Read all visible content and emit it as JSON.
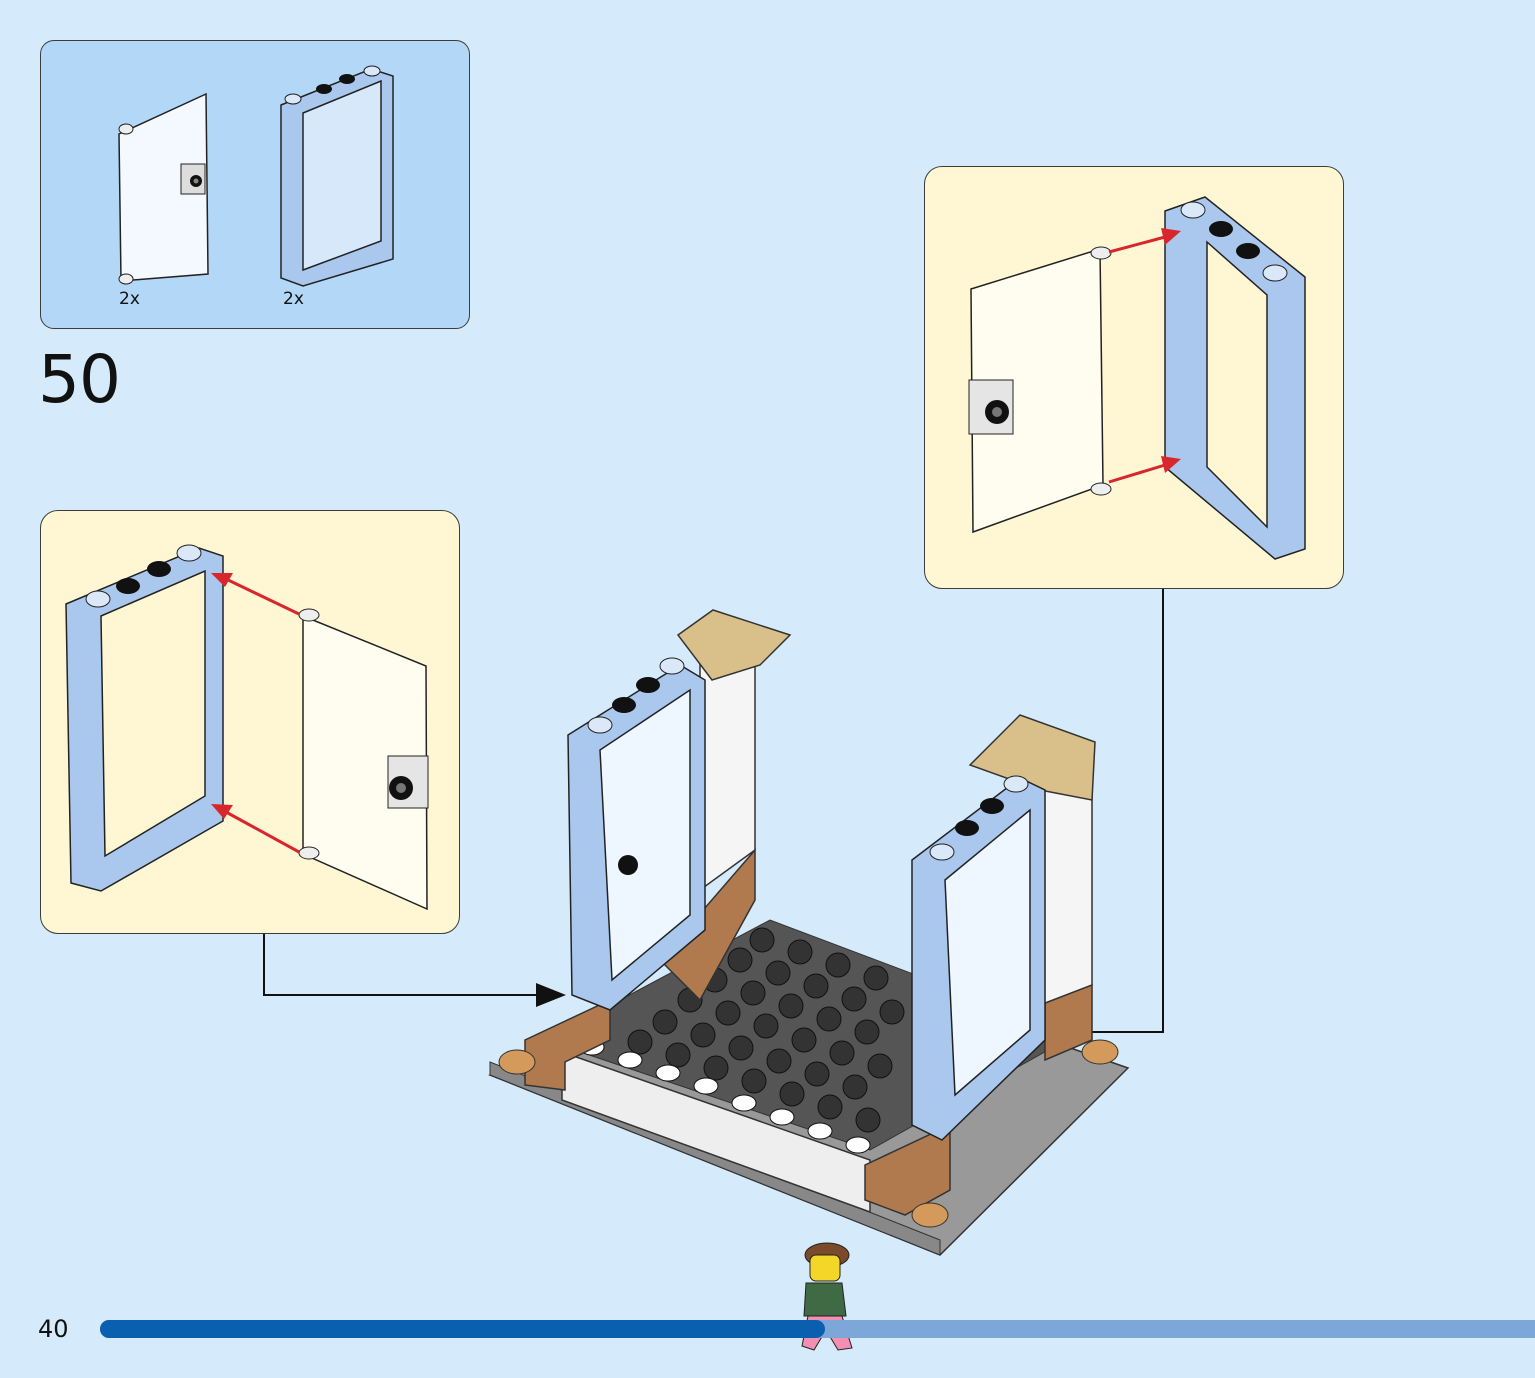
{
  "parts_list": {
    "items": [
      {
        "part": "door-panel-trans-clear",
        "quantity": "2x"
      },
      {
        "part": "door-frame-light-blue",
        "quantity": "2x"
      }
    ]
  },
  "step": {
    "number": "50"
  },
  "footer": {
    "page_number": "40",
    "progress": 0.5
  },
  "colors": {
    "background": "#d5ebfb",
    "parts_box": "#b3d7f6",
    "callout": "#fff6d3",
    "frame": "#aac8ee",
    "arrow": "#d8262c",
    "progress_fill": "#0a5fae",
    "progress_track": "#7ea7d9"
  }
}
